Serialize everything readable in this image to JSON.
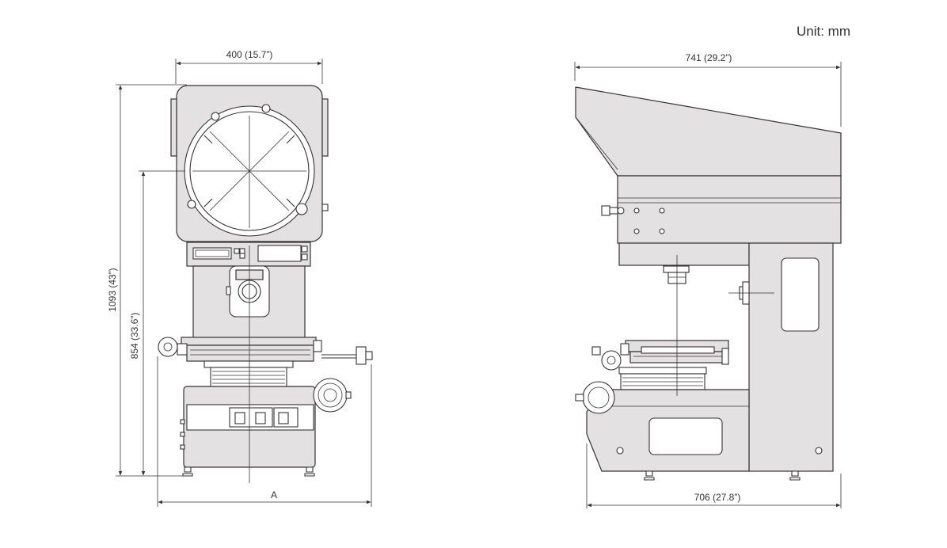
{
  "unit_label": "Unit: mm",
  "front_view": {
    "width_dim": "400 (15.7”)",
    "height_total_dim": "1093 (43”)",
    "height_screen_dim": "854 (33.6”)",
    "base_dim": "A"
  },
  "side_view": {
    "top_dim": "741 (29.2”)",
    "bottom_dim": "706 (27.8”)"
  },
  "colors": {
    "body": "#e4e1e2",
    "line": "#333333",
    "background": "#ffffff"
  }
}
